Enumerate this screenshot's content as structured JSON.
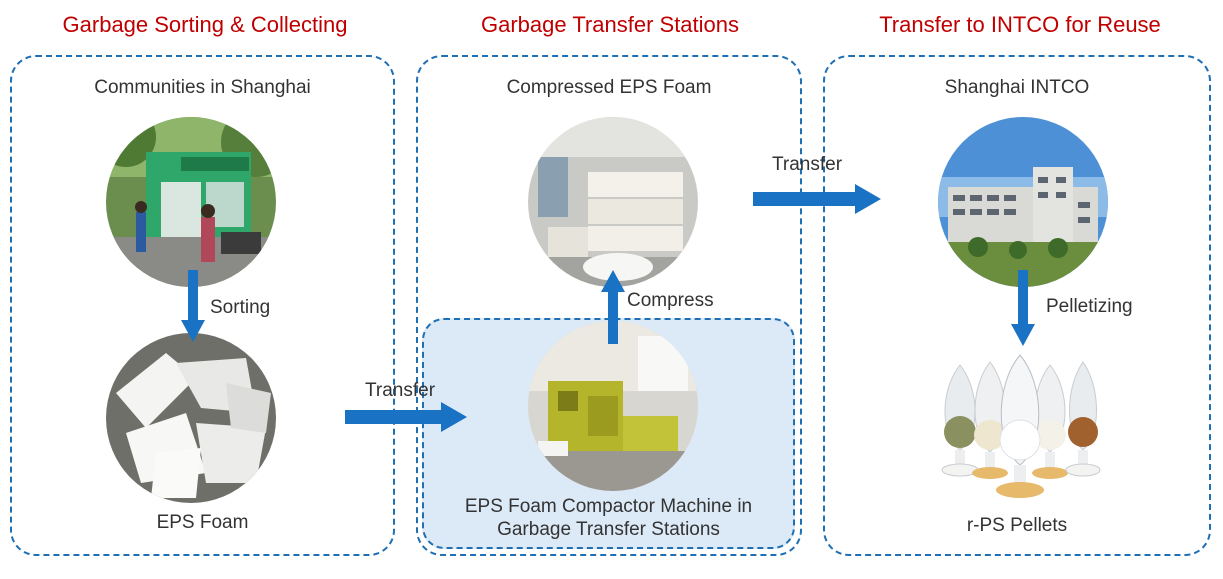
{
  "columns": [
    {
      "heading": "Garbage Sorting & Collecting",
      "subtitle": "Communities in Shanghai",
      "top_photo": "community-recycling-kiosk",
      "bottom_photo": "eps-foam-pile",
      "bottom_label": "EPS Foam",
      "arrow_label": "Sorting"
    },
    {
      "heading": "Garbage Transfer Stations",
      "subtitle": "Compressed EPS Foam",
      "top_photo": "compressed-eps-blocks",
      "bottom_photo": "eps-compactor-machine",
      "bottom_label_line1": "EPS Foam Compactor Machine in",
      "bottom_label_line2": "Garbage Transfer Stations",
      "arrow_label": "Compress"
    },
    {
      "heading": "Transfer to INTCO for Reuse",
      "subtitle": "Shanghai INTCO",
      "top_photo": "intco-factory-building",
      "bottom_photo": "rps-pellet-samples",
      "bottom_label": "r-PS Pellets",
      "arrow_label": "Pelletizing"
    }
  ],
  "transfers": [
    {
      "label": "Transfer"
    },
    {
      "label": "Transfer"
    }
  ],
  "colors": {
    "heading": "#c00000",
    "border": "#1f6fb5",
    "arrow": "#1a72c4",
    "highlight_fill": "#dce9f6"
  }
}
